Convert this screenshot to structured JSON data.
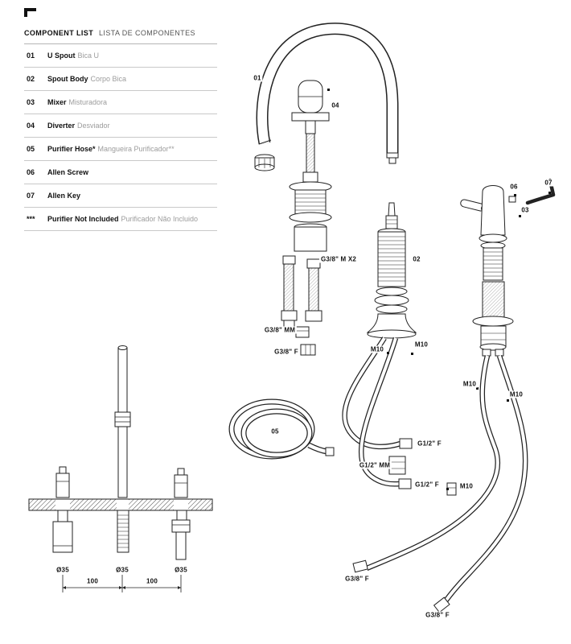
{
  "component_list": {
    "title_en": "COMPONENT LIST",
    "title_pt": "LISTA DE COMPONENTES",
    "items": [
      {
        "num": "01",
        "en": "U Spout",
        "pt": "Bica U"
      },
      {
        "num": "02",
        "en": "Spout Body",
        "pt": "Corpo Bica"
      },
      {
        "num": "03",
        "en": "Mixer",
        "pt": "Misturadora"
      },
      {
        "num": "04",
        "en": "Diverter",
        "pt": "Desviador"
      },
      {
        "num": "05",
        "en": "Purifier Hose*",
        "pt": "Mangueira Purificador**"
      },
      {
        "num": "06",
        "en": "Allen Screw",
        "pt": ""
      },
      {
        "num": "07",
        "en": "Allen Key",
        "pt": ""
      },
      {
        "num": "***",
        "en": "Purifier Not Included",
        "pt": "Purificador Não Incluido"
      }
    ]
  },
  "diagram_labels": [
    {
      "text": "01"
    },
    {
      "text": "04"
    },
    {
      "text": "G3/8\" M X2"
    },
    {
      "text": "02"
    },
    {
      "text": "06"
    },
    {
      "text": "07"
    },
    {
      "text": "03"
    },
    {
      "text": "G3/8\" MM"
    },
    {
      "text": "G3/8\" F"
    },
    {
      "text": "M10"
    },
    {
      "text": "M10"
    },
    {
      "text": "05"
    },
    {
      "text": "G1/2\" F"
    },
    {
      "text": "G1/2\" MM"
    },
    {
      "text": "G1/2\" F"
    },
    {
      "text": "M10"
    },
    {
      "text": "M10"
    },
    {
      "text": "M10"
    },
    {
      "text": "G3/8\" F"
    },
    {
      "text": "G3/8\" F"
    },
    {
      "text": "Ø35"
    },
    {
      "text": "Ø35"
    },
    {
      "text": "Ø35"
    },
    {
      "text": "100"
    },
    {
      "text": "100"
    }
  ],
  "colors": {
    "ink": "#1a1a1a",
    "muted": "#9c9c9c"
  }
}
